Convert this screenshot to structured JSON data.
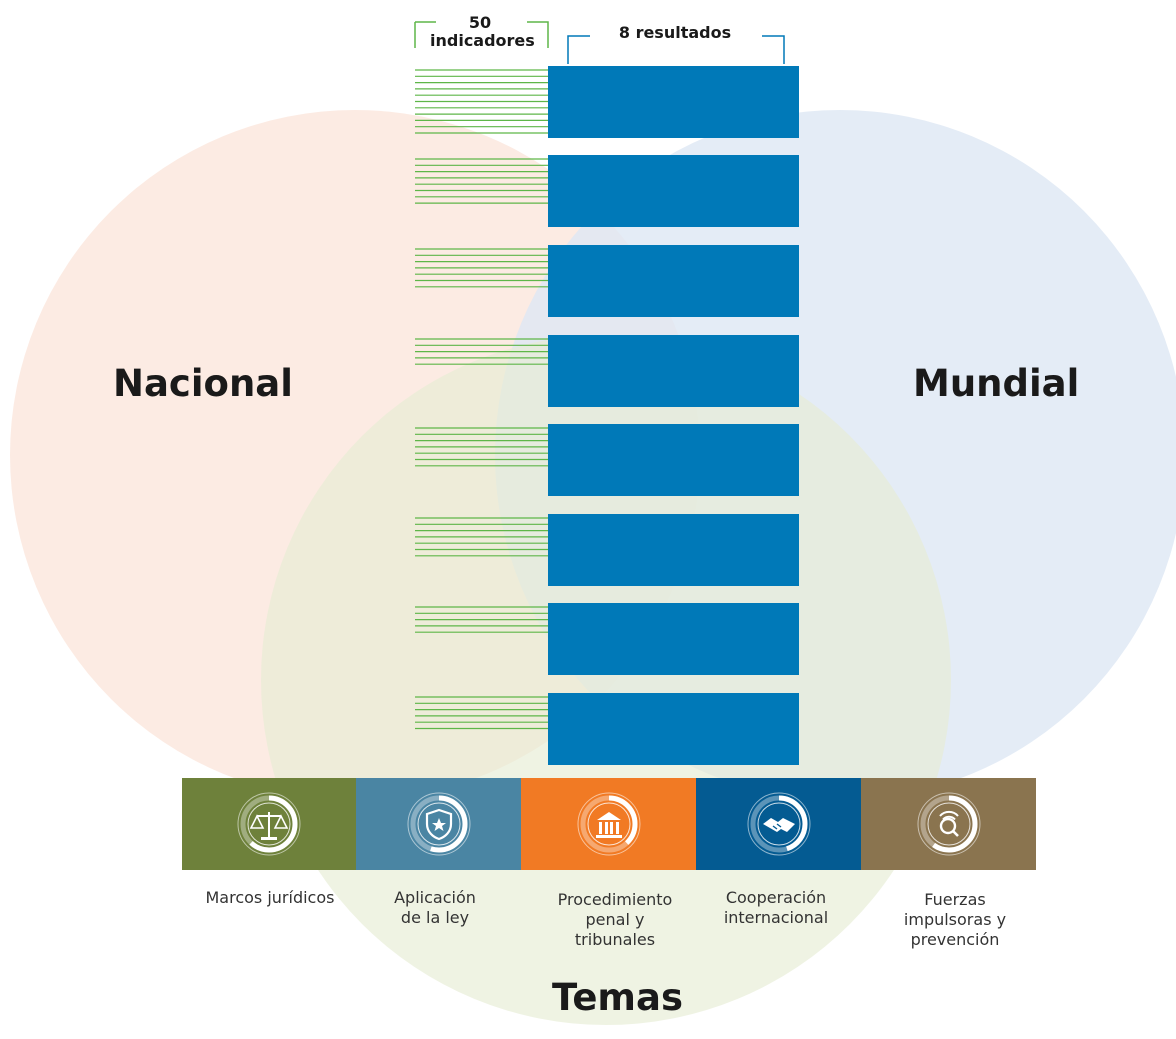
{
  "labels": {
    "nacional": "Nacional",
    "mundial": "Mundial",
    "temas": "Temas",
    "indicadores_count": "50",
    "indicadores_word": "indicadores",
    "resultados": "8 resultados"
  },
  "colors": {
    "nacional_circle": "#fbe6dc",
    "mundial_circle": "#dde7f4",
    "temas_circle": "#e6ecd4",
    "result_box": "#0079b8",
    "indicator_line": "#5eb648",
    "bracket_green": "#5eb648",
    "bracket_blue": "#0079b8"
  },
  "indicator_groups": [
    11,
    8,
    7,
    5,
    7,
    7,
    5,
    6
  ],
  "themes": [
    {
      "caption": "Marcos jurídicos",
      "color": "#6e813b",
      "icon": "scales-icon",
      "progress": 0.62
    },
    {
      "caption": "Aplicación\nde la ley",
      "color": "#4a85a3",
      "icon": "police-badge-icon",
      "progress": 0.55
    },
    {
      "caption": "Procedimiento\npenal y\ntribunales",
      "color": "#f17a24",
      "icon": "courthouse-icon",
      "progress": 0.38
    },
    {
      "caption": "Cooperación\ninternacional",
      "color": "#045b92",
      "icon": "handshake-icon",
      "progress": 0.45
    },
    {
      "caption": "Fuerzas\nimpulsoras y\nprevención",
      "color": "#8a744f",
      "icon": "magnifier-signal-icon",
      "progress": 0.6
    }
  ]
}
